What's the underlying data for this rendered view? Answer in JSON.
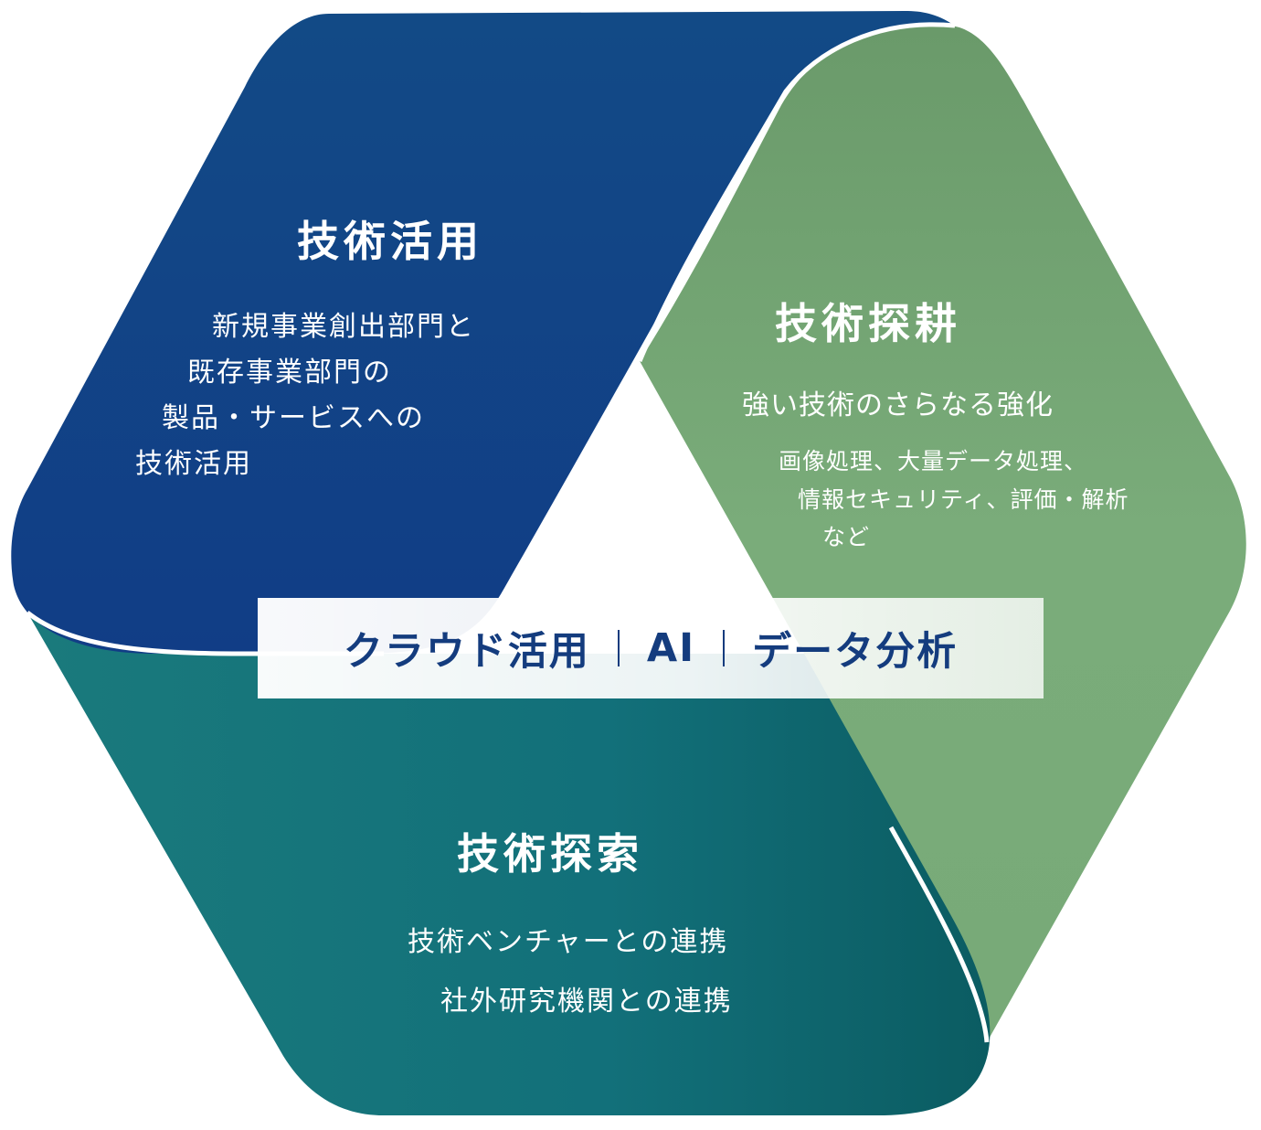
{
  "colors": {
    "blue_dark": "#113d86",
    "blue_light": "#124a86",
    "green_light": "#7aac7a",
    "green_dark": "#6a9a6a",
    "teal_light": "#1a7a7c",
    "teal_dark": "#0b5c62",
    "band_text": "#143c7e"
  },
  "segments": {
    "utilization": {
      "title": "技術活用",
      "lines": [
        "新規事業創出部門と",
        "既存事業部門の",
        "製品・サービスへの",
        "技術活用"
      ]
    },
    "cultivation": {
      "title": "技術探耕",
      "subtitle": "強い技術のさらなる強化",
      "lines": [
        "画像処理、大量データ処理、",
        "情報セキュリティ、評価・解析",
        "など"
      ]
    },
    "exploration": {
      "title": "技術探索",
      "lines": [
        "技術ベンチャーとの連携",
        "社外研究機関との連携"
      ]
    }
  },
  "center_band": {
    "items": [
      "クラウド活用",
      "AI",
      "データ分析"
    ]
  }
}
